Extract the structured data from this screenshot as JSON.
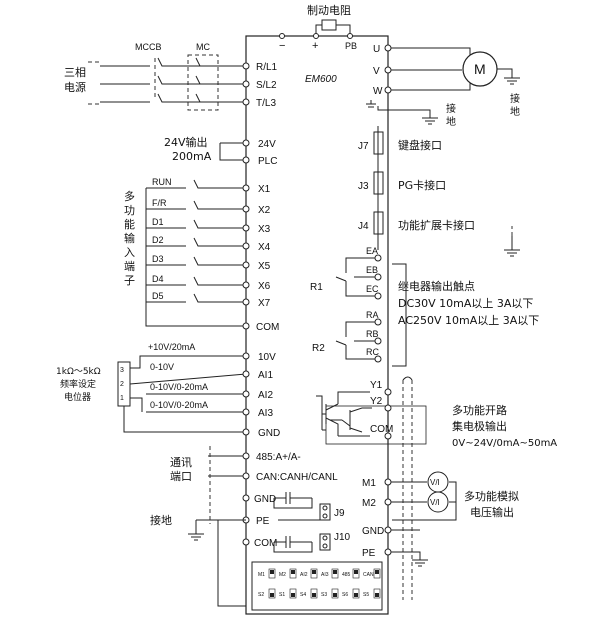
{
  "title": "EM600",
  "top_labels": {
    "braking_resistor": "制动电阻",
    "minus": "−",
    "plus": "+",
    "pb": "PB"
  },
  "power": {
    "input": "三相\n电源",
    "mccb": "MCCB",
    "mc": "MC",
    "terminals": [
      "R/L1",
      "S/L2",
      "T/L3"
    ]
  },
  "outputs": {
    "terminals": [
      "U",
      "V",
      "W"
    ],
    "motor": "M",
    "ground_inner": "接\n地",
    "ground_outer": "接\n地"
  },
  "supply": {
    "note": "24V输出\n200mA",
    "terminals": [
      "24V",
      "PLC"
    ]
  },
  "digital_inputs": {
    "caption": "多\n功\n能\n输\n入\n端\n子",
    "signals": [
      "RUN",
      "F/R",
      "D1",
      "D2",
      "D3",
      "D4",
      "D5"
    ],
    "terminals": [
      "X1",
      "X2",
      "X3",
      "X4",
      "X5",
      "X6",
      "X7"
    ],
    "com": "COM"
  },
  "interfaces": [
    {
      "j": "J7",
      "label": "键盘接口"
    },
    {
      "j": "J3",
      "label": "PG卡接口"
    },
    {
      "j": "J4",
      "label": "功能扩展卡接口"
    }
  ],
  "relays": {
    "r1": "R1",
    "r2": "R2",
    "r1_terms": [
      "EA",
      "EB",
      "EC"
    ],
    "r2_terms": [
      "RA",
      "RB",
      "RC"
    ],
    "caption": [
      "继电器输出触点",
      "DC30V  10mA以上  3A以下",
      "AC250V 10mA以上  3A以下"
    ]
  },
  "analog_inputs": {
    "pot_note": "1kΩ～5kΩ\n频率设定\n电位器",
    "pot_pins": [
      "3",
      "2",
      "1"
    ],
    "ref_label": "+10V/20mA",
    "signal_labels": [
      "0-10V",
      "0-10V/0-20mA",
      "0-10V/0-20mA"
    ],
    "terminals": [
      "10V",
      "AI1",
      "AI2",
      "AI3",
      "GND"
    ]
  },
  "open_collector": {
    "terminals": [
      "Y1",
      "Y2",
      "COM"
    ],
    "caption": [
      "多功能开路",
      "集电极输出",
      "0V~24V/0mA~50mA"
    ]
  },
  "comms": {
    "caption": "通讯\n端口",
    "terminals": [
      "485:A+/A-",
      "CAN:CANH/CANL"
    ]
  },
  "bottom": {
    "terminals": [
      "GND",
      "PE",
      "COM"
    ],
    "jumpers": [
      "J9",
      "J10"
    ],
    "ground_label": "接地"
  },
  "analog_outputs": {
    "terminals": [
      "M1",
      "M2",
      "GND",
      "PE"
    ],
    "meter": "V/I",
    "caption": [
      "多功能模拟",
      "电压输出"
    ]
  },
  "switch_panel": {
    "row1": [
      "M1",
      "M2",
      "AI2",
      "AI3",
      "485",
      "CAN"
    ],
    "row2": [
      "S2",
      "S1",
      "S4",
      "S3",
      "S6",
      "S5"
    ]
  }
}
